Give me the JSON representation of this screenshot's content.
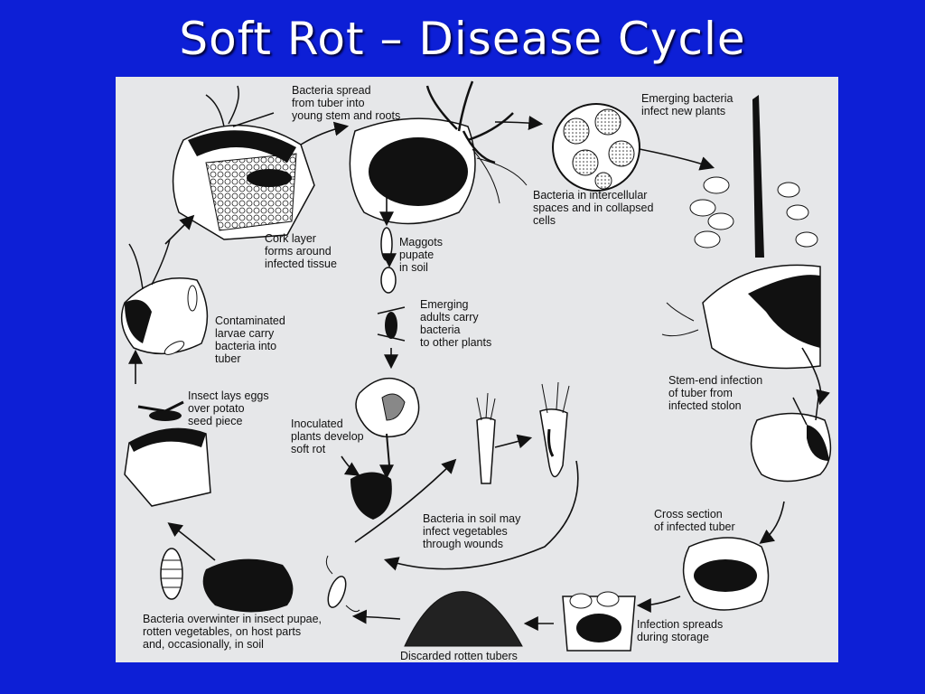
{
  "title": "Soft Rot – Disease Cycle",
  "diagram": {
    "labels": {
      "bacteria_spread": "Bacteria spread\nfrom tuber into\nyoung stem and roots",
      "emerging_bacteria": "Emerging bacteria\ninfect new plants",
      "intercellular": "Bacteria in intercellular\nspaces and in collapsed\ncells",
      "cork_layer": "Cork layer\nforms around\ninfected tissue",
      "maggots": "Maggots\npupate\nin soil",
      "emerging_adults": "Emerging\nadults carry\nbacteria\nto other plants",
      "contaminated_larvae": "Contaminated\nlarvae carry\nbacteria into\ntuber",
      "stem_end": "Stem-end infection\nof tuber from\ninfected stolon",
      "insect_eggs": "Insect lays eggs\nover potato\nseed piece",
      "inoculated": "Inoculated\nplants develop\nsoft rot",
      "bacteria_soil": "Bacteria in soil may\ninfect vegetables\nthrough wounds",
      "cross_section": "Cross section\nof infected tuber",
      "overwinter": "Bacteria overwinter in insect pupae,\nrotten vegetables, on host parts\nand, occasionally, in soil",
      "infection_spreads": "Infection spreads\nduring storage",
      "discarded": "Discarded rotten tubers"
    }
  }
}
